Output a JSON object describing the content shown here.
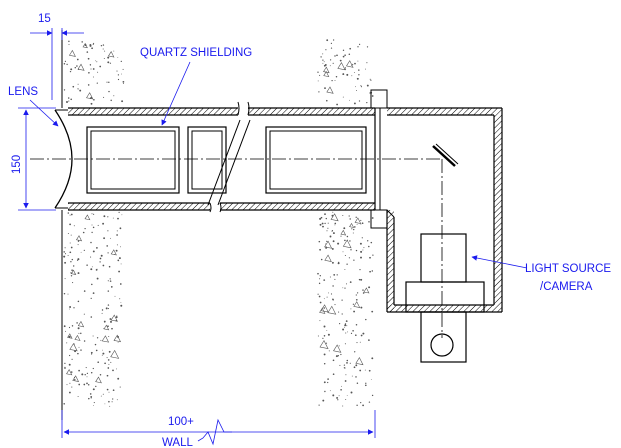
{
  "labels": {
    "dim_top": "15",
    "quartz": "QUARTZ SHIELDING",
    "lens": "LENS",
    "dim_left": "150",
    "light_source_1": "LIGHT SOURCE",
    "light_source_2": "/CAMERA",
    "dim_bottom": "100+",
    "wall": "WALL"
  },
  "colors": {
    "annotation": "#1a1aee",
    "outline": "#000000",
    "speckle": "#555555"
  }
}
